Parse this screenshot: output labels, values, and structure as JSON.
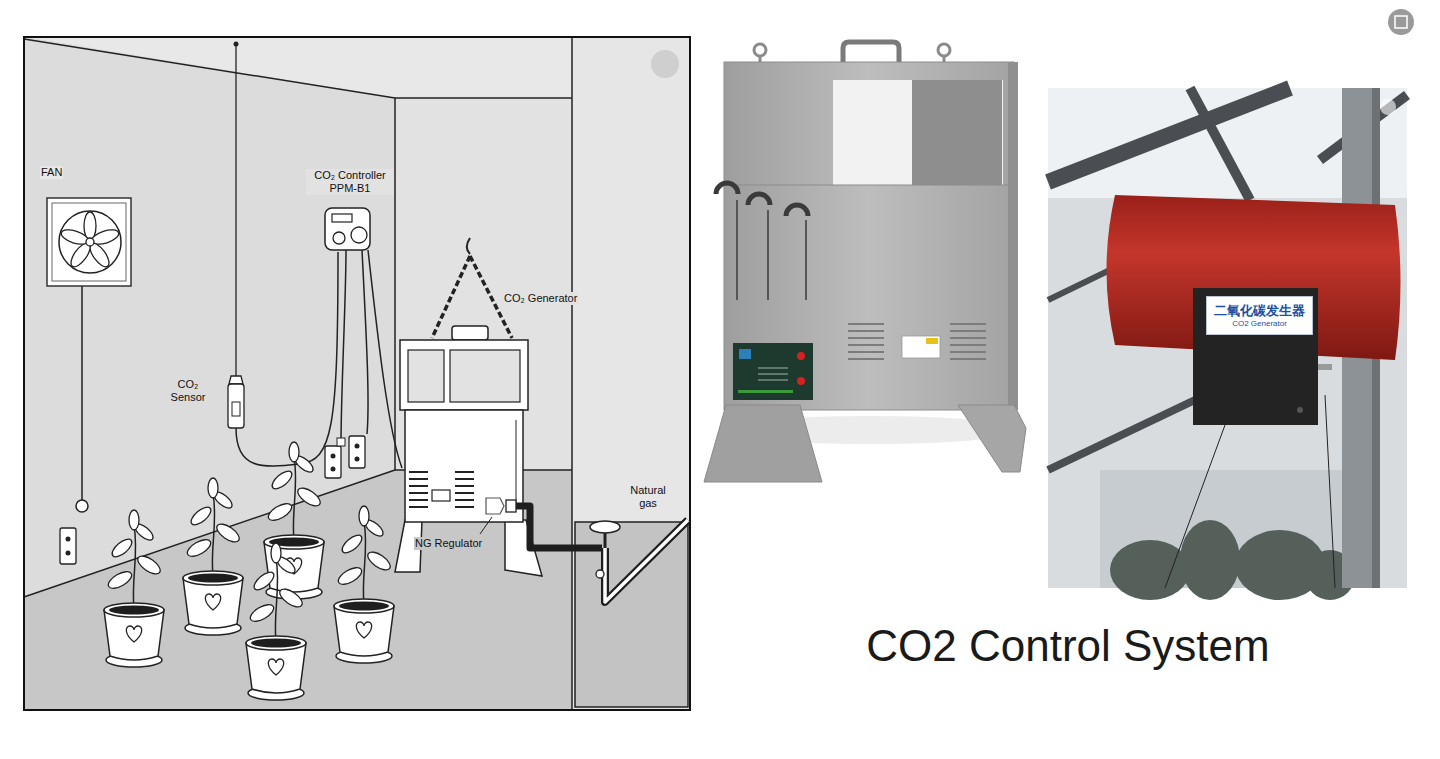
{
  "diagram": {
    "caption": "CO2 Control System",
    "nodes": [
      {
        "text": [
          "二氧化碳发生器",
          "CO2 Generator"
        ]
      }
    ],
    "labels": [
      "FAN",
      "CO₂ Controller PPM-B1",
      "CO₂ Sensor",
      "CO₂ Generator",
      "NG Regulator",
      "Natural gas"
    ]
  }
}
